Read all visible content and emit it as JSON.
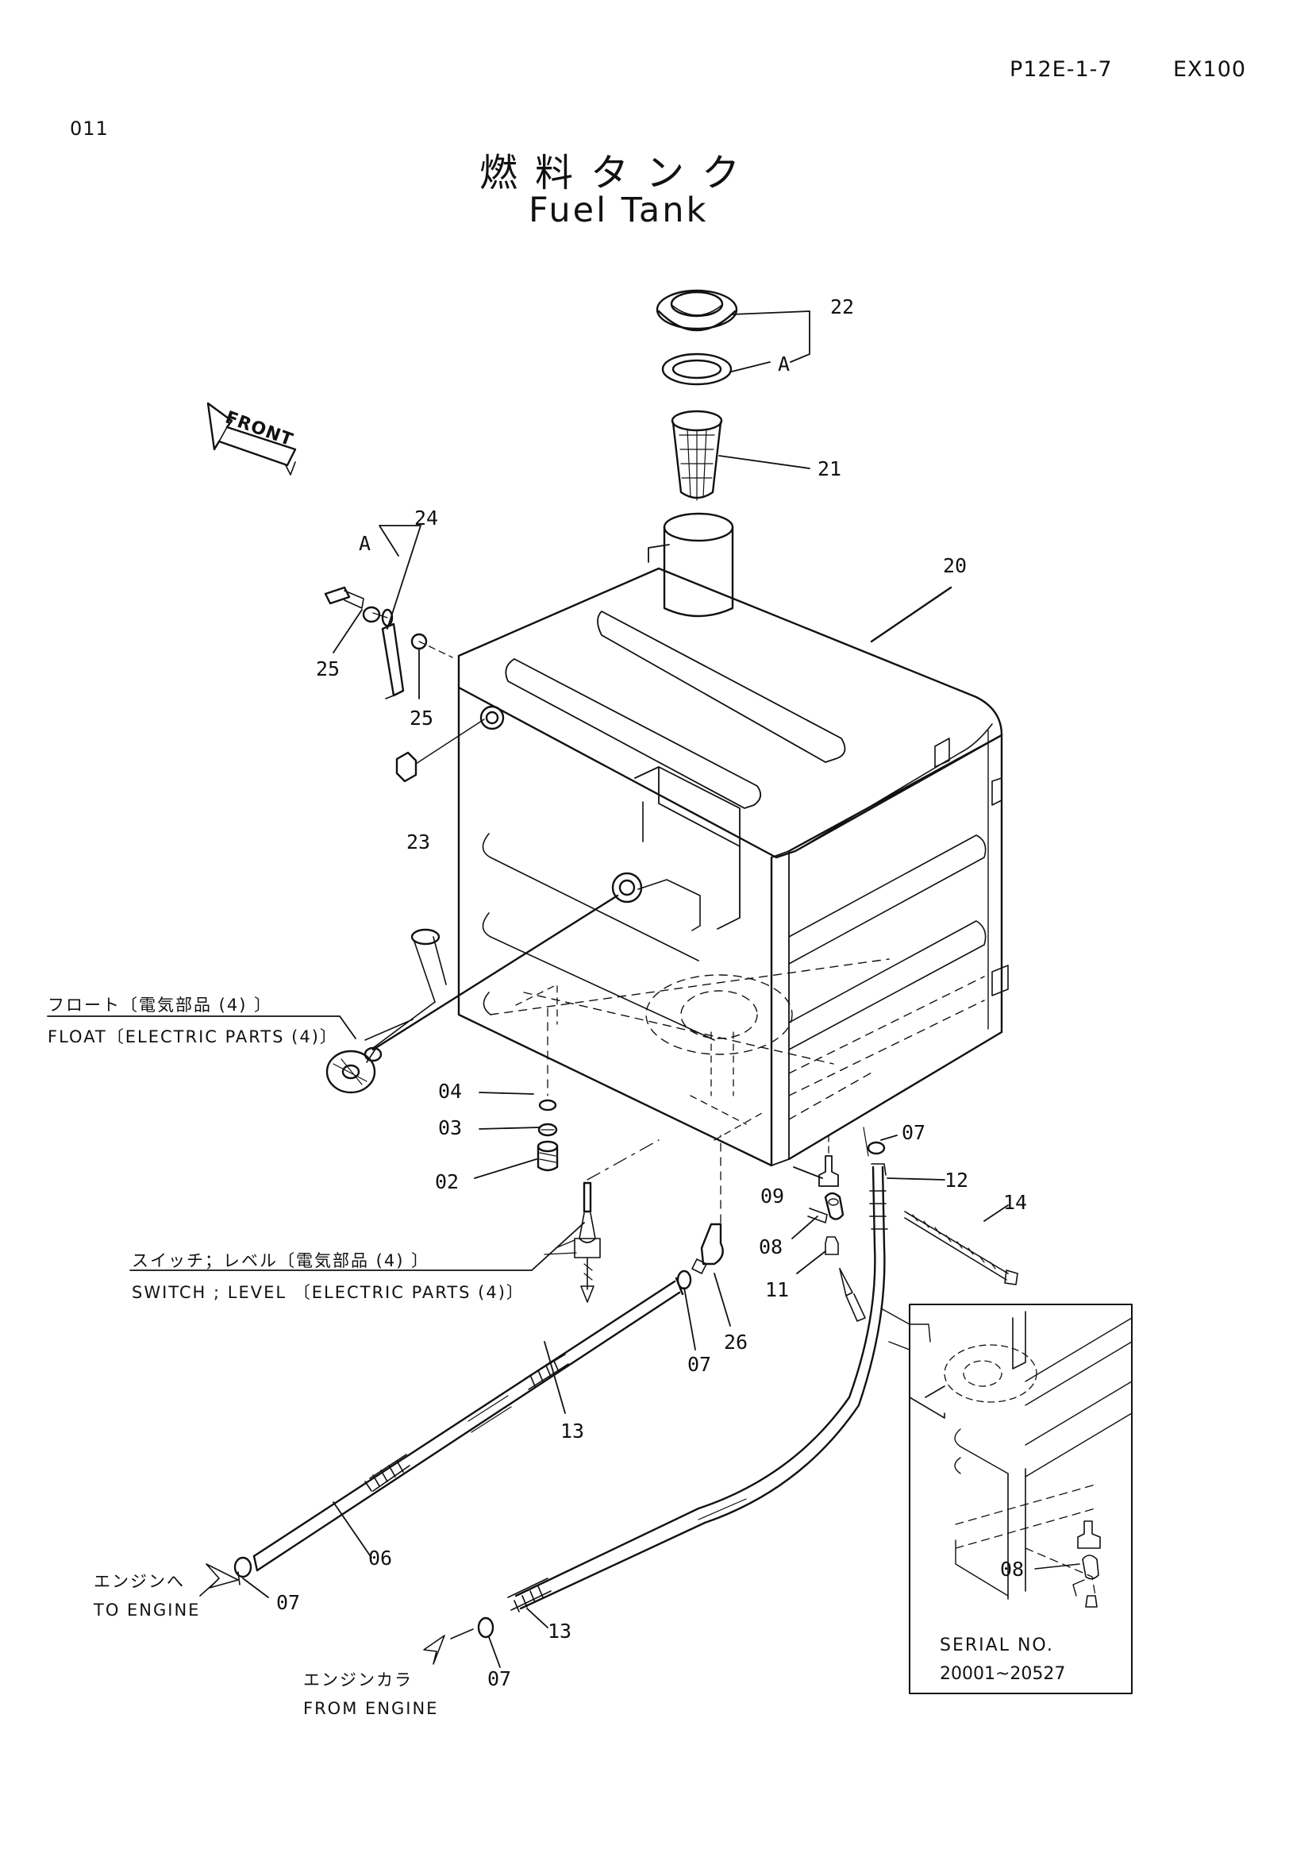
{
  "header": {
    "page_code": "P12E-1-7",
    "model": "EX100",
    "page_number": "011"
  },
  "title": {
    "japanese": "燃料タンク",
    "english": "Fuel Tank"
  },
  "front_marker": "FRONT",
  "callouts": [
    {
      "id": "c22",
      "text": "22"
    },
    {
      "id": "cA1",
      "text": "A"
    },
    {
      "id": "c21",
      "text": "21"
    },
    {
      "id": "c24",
      "text": "24"
    },
    {
      "id": "cA2",
      "text": "A"
    },
    {
      "id": "c20",
      "text": "20"
    },
    {
      "id": "c25a",
      "text": "25"
    },
    {
      "id": "c25b",
      "text": "25"
    },
    {
      "id": "c23",
      "text": "23"
    },
    {
      "id": "c04",
      "text": "04"
    },
    {
      "id": "c03",
      "text": "03"
    },
    {
      "id": "c02",
      "text": "02"
    },
    {
      "id": "c07a",
      "text": "07"
    },
    {
      "id": "c12",
      "text": "12"
    },
    {
      "id": "c14",
      "text": "14"
    },
    {
      "id": "c09",
      "text": "09"
    },
    {
      "id": "c08a",
      "text": "08"
    },
    {
      "id": "c11",
      "text": "11"
    },
    {
      "id": "c26",
      "text": "26"
    },
    {
      "id": "c07b",
      "text": "07"
    },
    {
      "id": "c13a",
      "text": "13"
    },
    {
      "id": "c06",
      "text": "06"
    },
    {
      "id": "c07c",
      "text": "07"
    },
    {
      "id": "c13b",
      "text": "13"
    },
    {
      "id": "c07d",
      "text": "07"
    },
    {
      "id": "c08b",
      "text": "08"
    }
  ],
  "notes": {
    "float_jp": "フロート〔電気部品 (4) 〕",
    "float_en": "FLOAT〔ELECTRIC PARTS (4)〕",
    "switch_jp": "スイッチ；レベル〔電気部品 (4) 〕",
    "switch_en": "SWITCH ; LEVEL 〔ELECTRIC PARTS (4)〕",
    "to_engine_jp": "エンジンへ",
    "to_engine_en": "TO ENGINE",
    "from_engine_jp": "エンジンカラ",
    "from_engine_en": "FROM ENGINE"
  },
  "inset": {
    "serial_label": "SERIAL NO.",
    "serial_range": "20001~20527"
  }
}
